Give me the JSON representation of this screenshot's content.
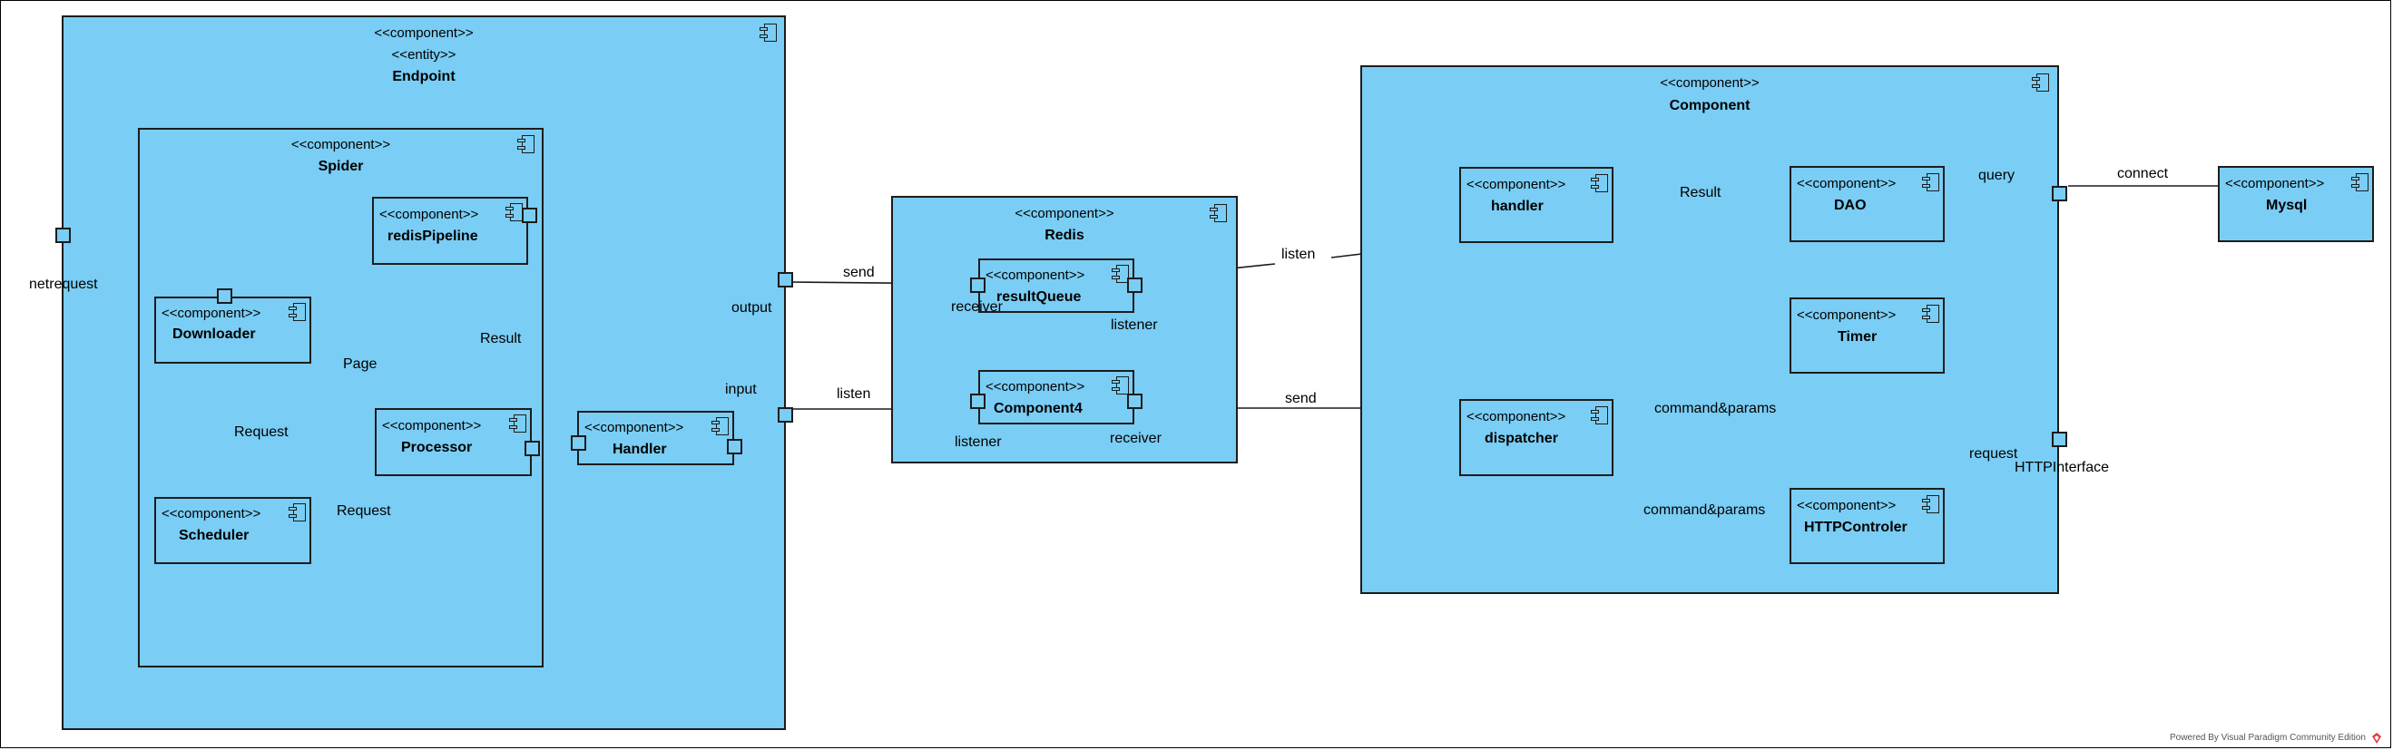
{
  "stereotypes": {
    "component": "<<component>>",
    "entity": "<<entity>>"
  },
  "endpoint": {
    "name": "Endpoint"
  },
  "spider": {
    "name": "Spider"
  },
  "redisPipeline": {
    "name": "redisPipeline"
  },
  "downloader": {
    "name": "Downloader"
  },
  "processor": {
    "name": "Processor"
  },
  "scheduler": {
    "name": "Scheduler"
  },
  "handler_small": {
    "name": "Handler"
  },
  "redis": {
    "name": "Redis"
  },
  "resultQueue": {
    "name": "resultQueue"
  },
  "component4": {
    "name": "Component4"
  },
  "component_outer": {
    "name": "Component"
  },
  "handler": {
    "name": "handler"
  },
  "dao": {
    "name": "DAO"
  },
  "timer": {
    "name": "Timer"
  },
  "dispatcher": {
    "name": "dispatcher"
  },
  "httpcontroler": {
    "name": "HTTPControler"
  },
  "mysql": {
    "name": "Mysql"
  },
  "labels": {
    "netrequest": "netrequest",
    "output": "output",
    "input": "input",
    "send1": "send",
    "listen1": "listen",
    "receiver1": "receiver",
    "listener1": "listener",
    "listener2": "listener",
    "receiver2": "receiver",
    "listen2": "listen",
    "send2": "send",
    "page": "Page",
    "result1": "Result",
    "request1": "Request",
    "request2": "Request",
    "result2": "Result",
    "query": "query",
    "connect": "connect",
    "cmd1": "command&params",
    "cmd2": "command&params",
    "request3": "request",
    "httpinterface": "HTTPInterface"
  },
  "footer": "Powered By  Visual Paradigm Community Edition"
}
